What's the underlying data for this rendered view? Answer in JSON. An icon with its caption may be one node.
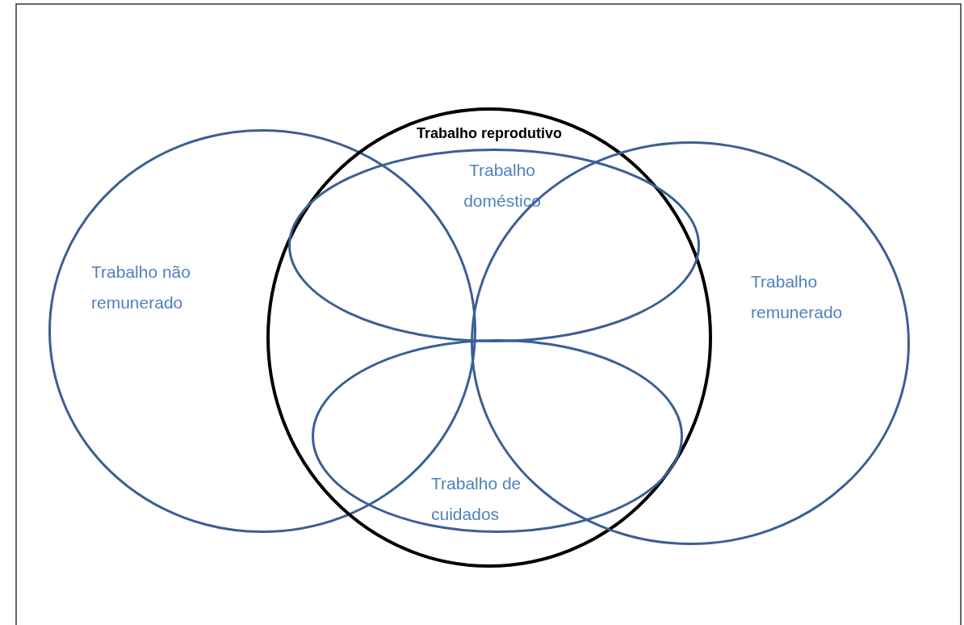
{
  "diagram": {
    "nodes": [
      {
        "text": [
          "Trabalho não remunerado"
        ]
      },
      {
        "text": [
          "Trabalho reprodutivo"
        ]
      },
      {
        "text": [
          "Trabalho doméstico"
        ],
        "in": 1
      },
      {
        "text": [
          "Trabalho de cuidados"
        ],
        "in": 1
      },
      {
        "text": [
          "Trabalho remunerado"
        ]
      }
    ],
    "edges": []
  }
}
